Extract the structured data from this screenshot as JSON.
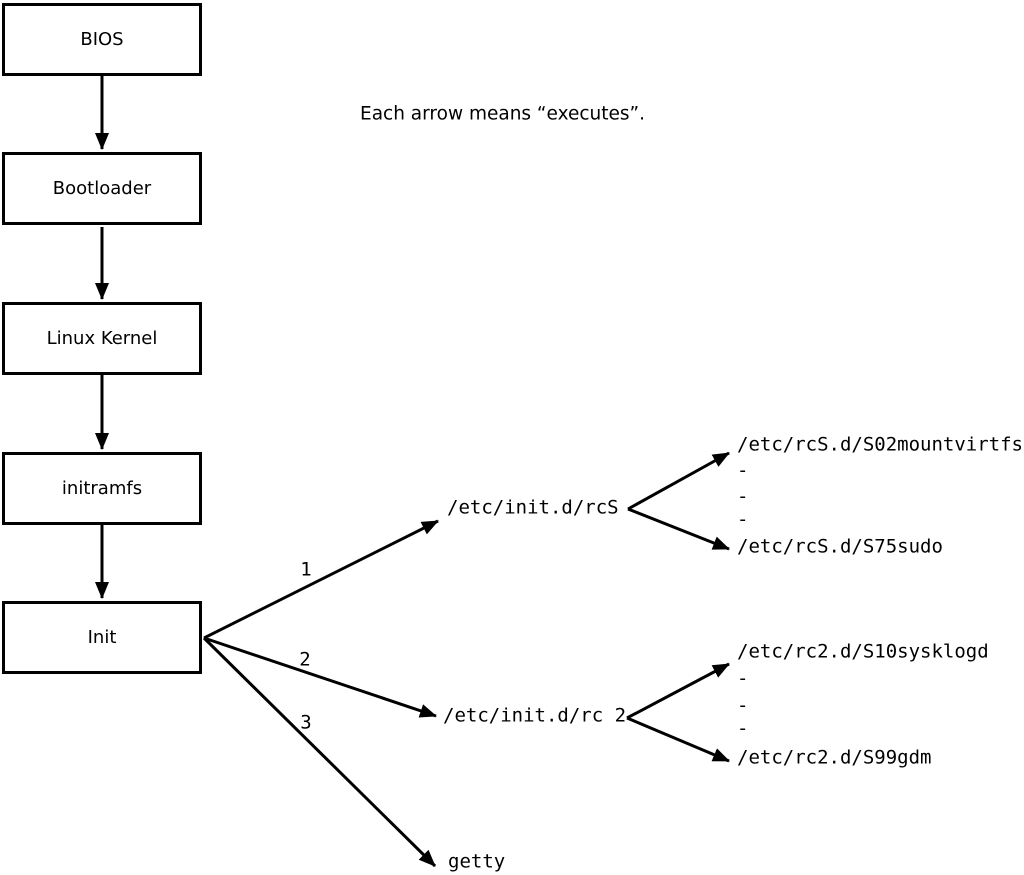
{
  "note": "Each arrow means “executes”.",
  "chain": [
    {
      "label": "BIOS"
    },
    {
      "label": "Bootloader"
    },
    {
      "label": "Linux Kernel"
    },
    {
      "label": "initramfs"
    },
    {
      "label": "Init"
    }
  ],
  "branches": [
    {
      "number": "1",
      "target": "/etc/init.d/rcS",
      "children": [
        "/etc/rcS.d/S02mountvirtfs",
        "-",
        "-",
        "-",
        "/etc/rcS.d/S75sudo"
      ]
    },
    {
      "number": "2",
      "target": "/etc/init.d/rc 2",
      "children": [
        "/etc/rc2.d/S10sysklogd",
        "-",
        "-",
        "-",
        "/etc/rc2.d/S99gdm"
      ]
    },
    {
      "number": "3",
      "target": "getty"
    }
  ],
  "colors": {
    "line": "#000000",
    "background": "#ffffff"
  }
}
